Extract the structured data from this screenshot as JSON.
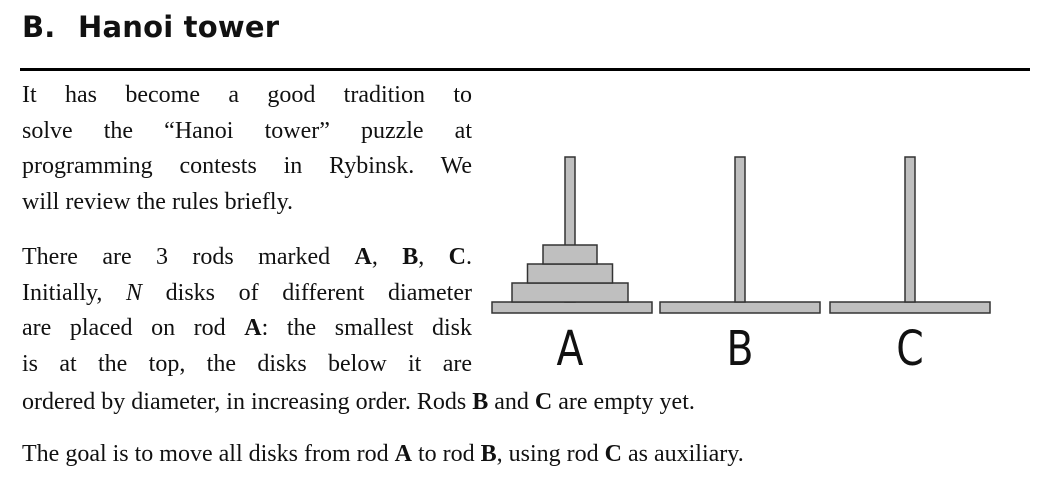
{
  "section": {
    "number": "B.",
    "title": "Hanoi tower"
  },
  "paragraph1": {
    "lines": [
      "It has become a good tradition to",
      "solve the “Hanoi tower” puzzle at",
      "programming contests in Rybinsk. We",
      "will review the rules briefly."
    ]
  },
  "paragraph2": {
    "l1_pre": "There are 3 rods marked ",
    "rod_a": "A",
    "sep1": ", ",
    "rod_b": "B",
    "sep2": ", ",
    "rod_c": "C",
    "l1_post": ".",
    "l2_pre": "Initially, ",
    "n": "N",
    "l2_post": " disks of different diameter",
    "l3_pre": "are placed on rod ",
    "l3_rod": "A",
    "l3_post": ": the smallest disk",
    "l4": "is at the top, the disks below it are",
    "l5_pre": "ordered by diameter, in increasing order. Rods ",
    "l5_rod_b": "B",
    "l5_mid": " and ",
    "l5_rod_c": "C",
    "l5_post": " are empty yet."
  },
  "paragraph3": {
    "pre": "The goal is to move all disks from rod ",
    "rod_a": "A",
    "mid1": " to rod ",
    "rod_b": "B",
    "mid2": ", using rod ",
    "rod_c": "C",
    "post": " as auxiliary."
  },
  "figure": {
    "rod_labels": [
      "A",
      "B",
      "C"
    ],
    "disks_on_rod_a": 3,
    "rod_color": "#bfbfbf",
    "outline_color": "#333333"
  }
}
